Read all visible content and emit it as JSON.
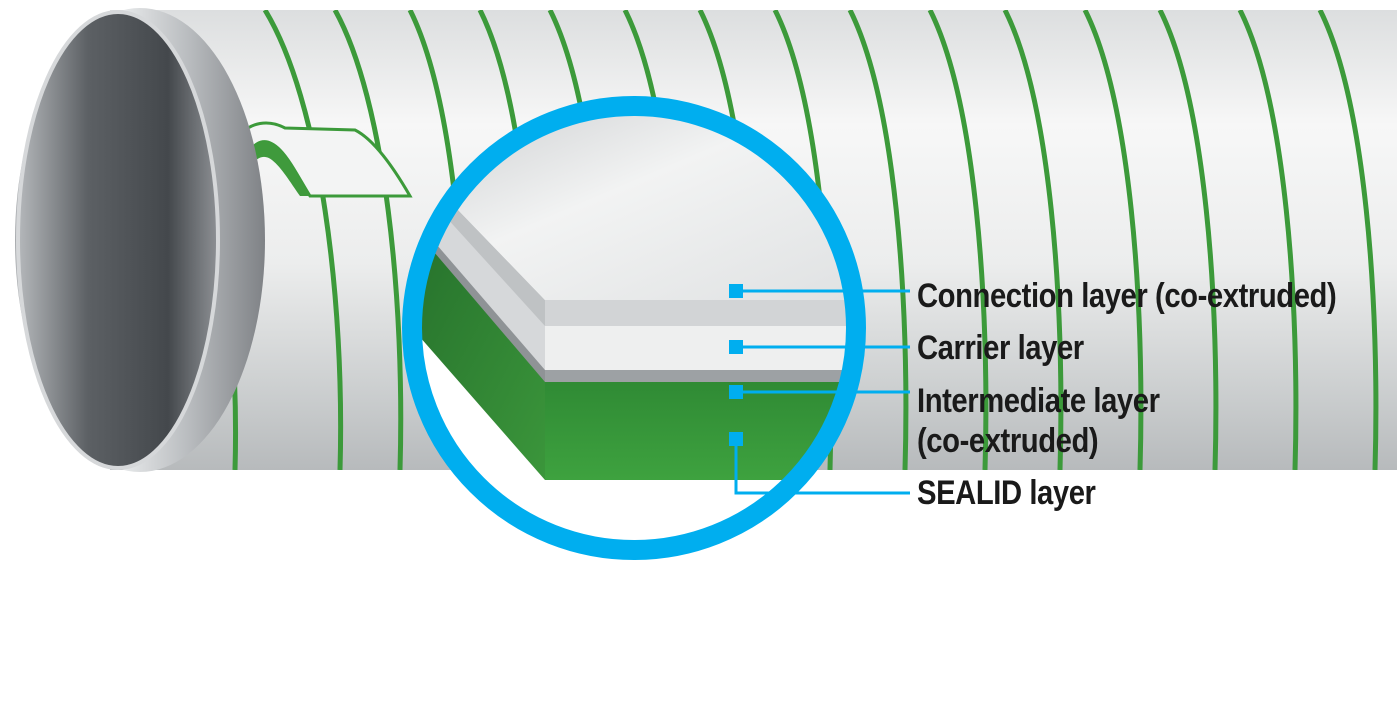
{
  "layers": [
    {
      "label": "Connection layer (co-extruded)"
    },
    {
      "label": "Carrier layer"
    },
    {
      "label": "Intermediate layer",
      "label_line2": "(co-extruded)"
    },
    {
      "label": "SEALID layer"
    }
  ],
  "colors": {
    "accent_blue": "#00aeef",
    "layer_green": "#3f9a3c",
    "stripe_green": "#3c9a3a",
    "metal_gray": "#8c8f93"
  },
  "icons": [
    "pipe-illustration",
    "magnifier-circle",
    "callout-marker"
  ]
}
